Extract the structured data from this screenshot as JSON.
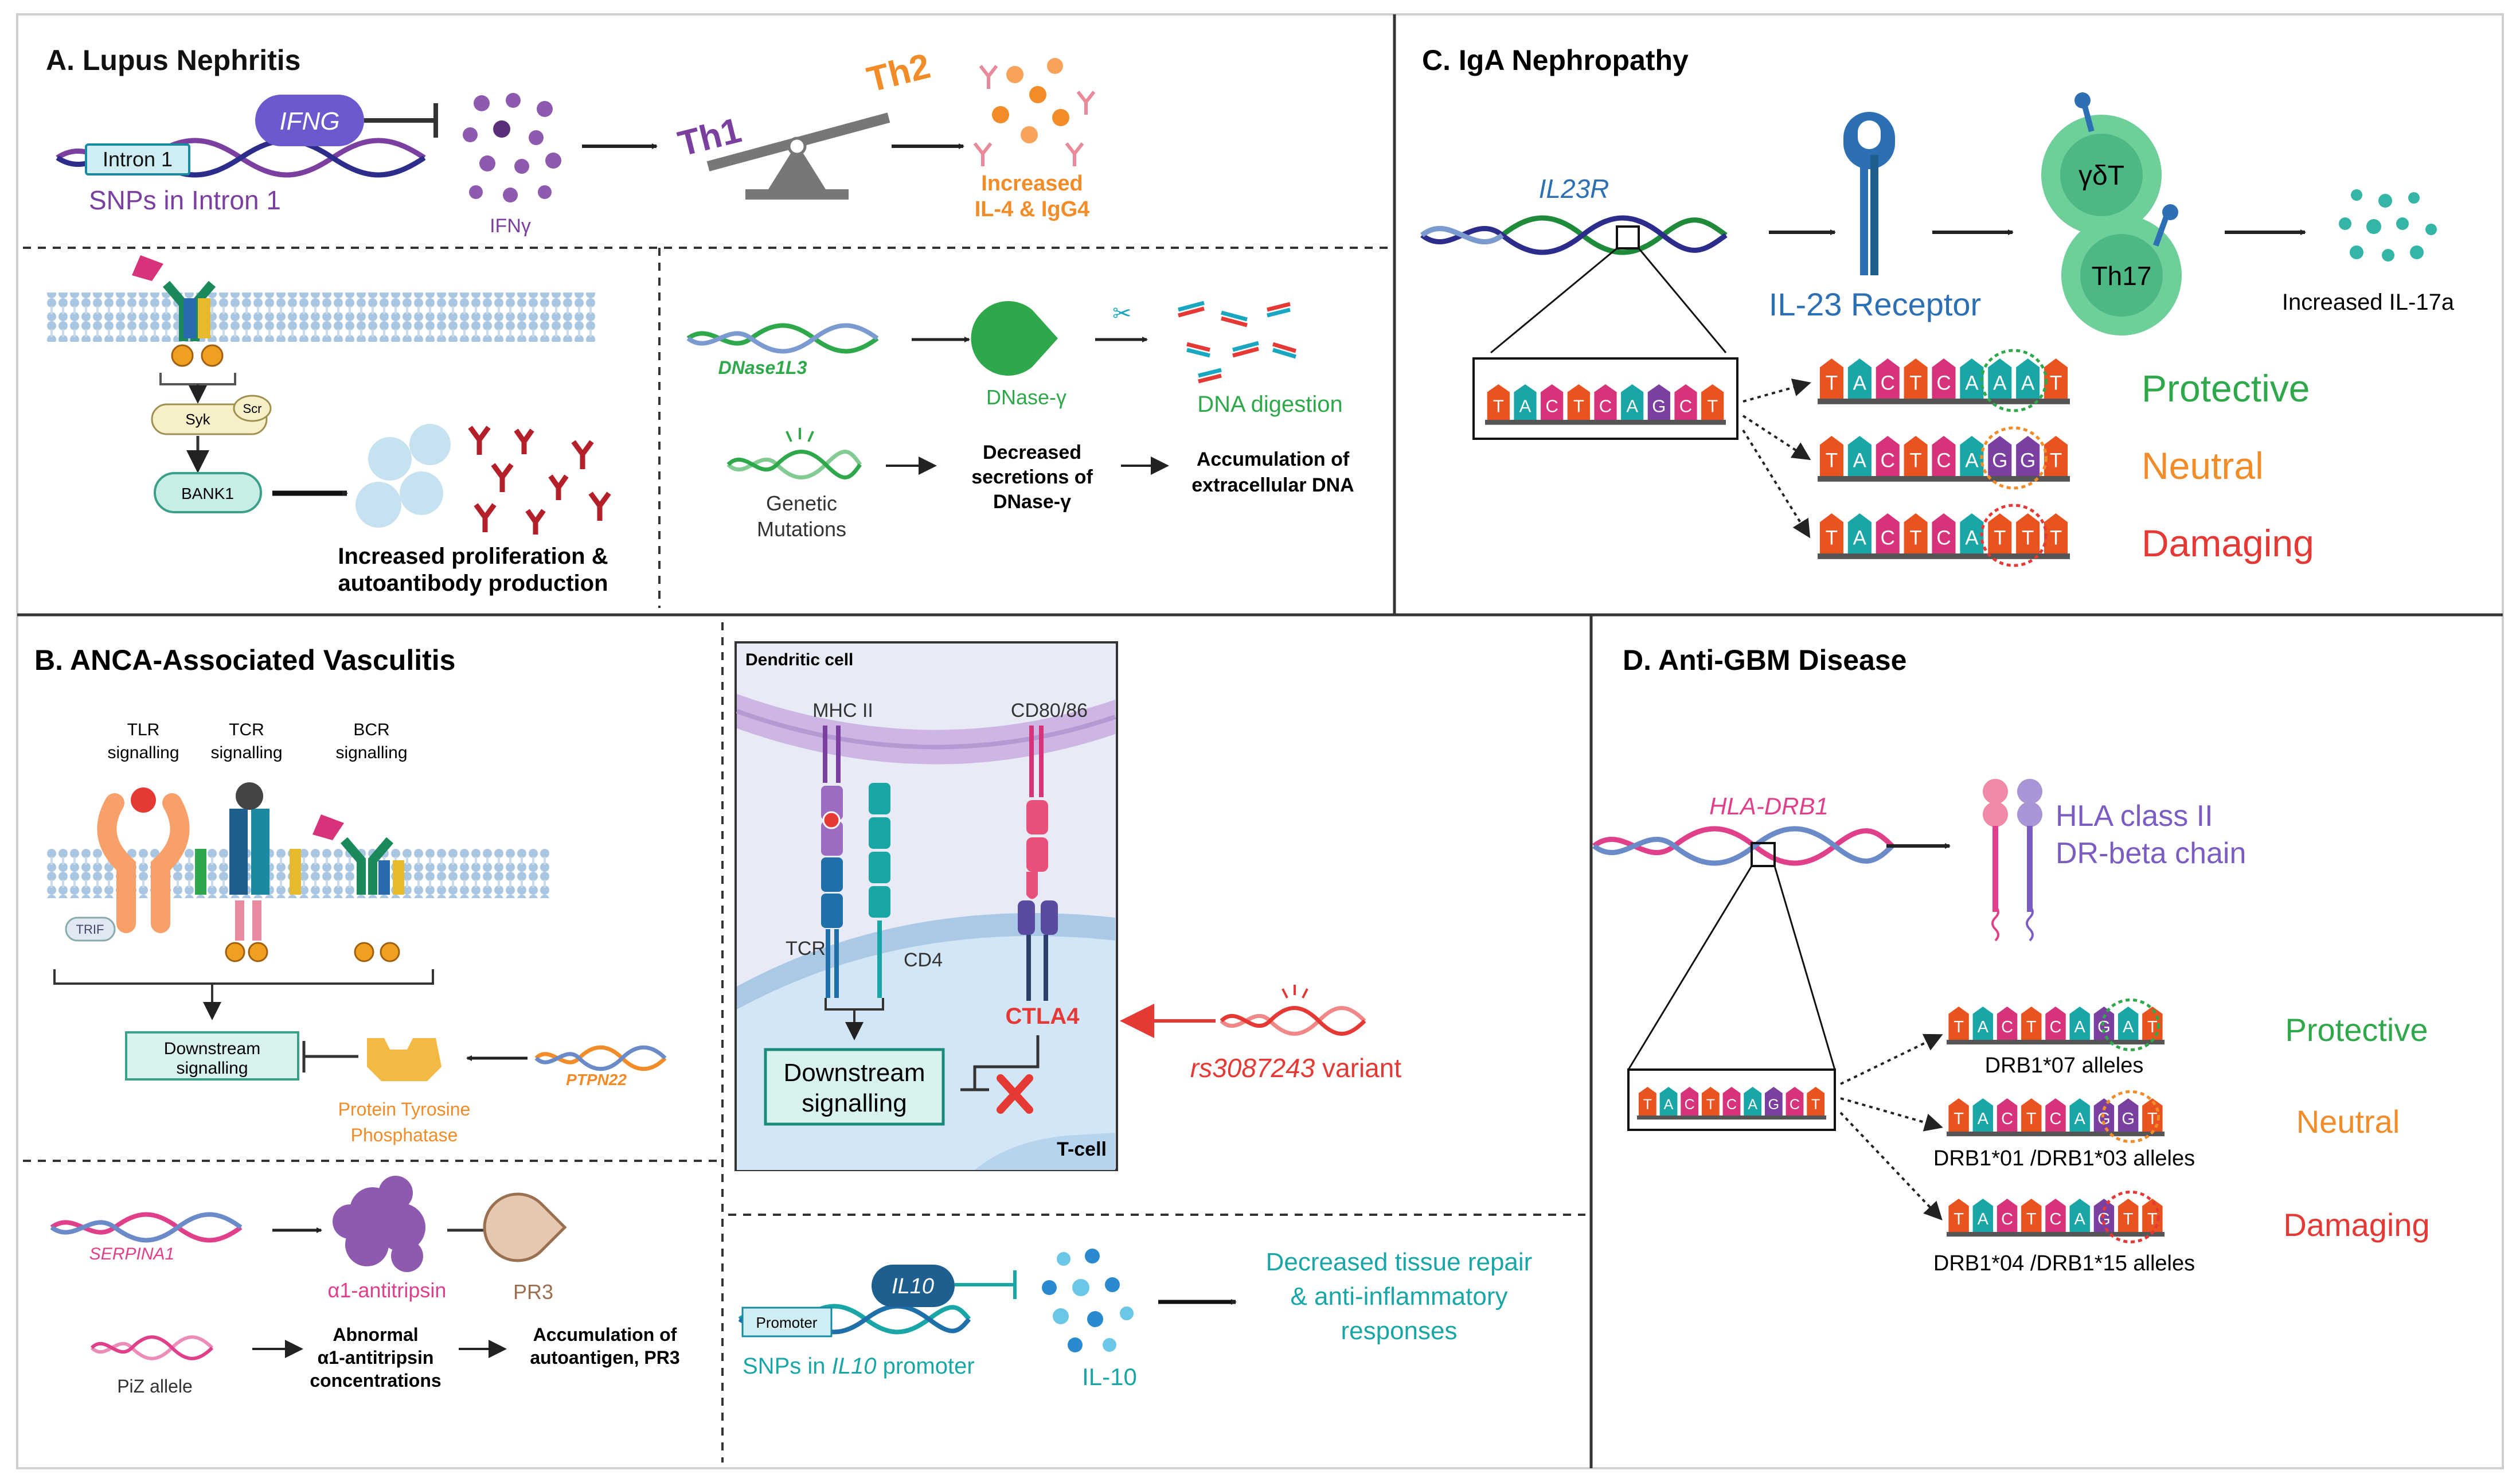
{
  "colors": {
    "purple": "#7b3fa0",
    "orange": "#f28c28",
    "green": "#2ea84a",
    "red": "#e53935",
    "blue": "#2c6fb3",
    "teal": "#1aa6a6",
    "pink": "#e0408a",
    "darkred": "#b3202a",
    "gray": "#9a9a9a"
  },
  "panelA": {
    "title": "A. Lupus Nephritis",
    "intron": "Intron 1",
    "ifng": "IFNG",
    "snps": "SNPs in Intron 1",
    "ifny": "IFNγ",
    "th1": "Th1",
    "th2": "Th2",
    "increased1": "Increased",
    "increased2": "IL-4 & IgG4",
    "syk": "Syk",
    "scr": "Scr",
    "bank1": "BANK1",
    "prolif1": "Increased proliferation &",
    "prolif2": "autoantibody production",
    "dnase1l3": "DNase1L3",
    "dnasey": "DNase-γ",
    "digestion": "DNA digestion",
    "genetic1": "Genetic",
    "genetic2": "Mutations",
    "decreased1": "Decreased",
    "decreased2": "secretions of",
    "decreased3": "DNase-γ",
    "accum1": "Accumulation of",
    "accum2": "extracellular DNA"
  },
  "panelB": {
    "title": "B. ANCA-Associated Vasculitis",
    "tlr1": "TLR",
    "tlr2": "signalling",
    "tcr1": "TCR",
    "tcr2": "signalling",
    "bcr1": "BCR",
    "bcr2": "signalling",
    "trif": "TRIF",
    "downstream1": "Downstream",
    "downstream2": "signalling",
    "ptp1": "Protein Tyrosine",
    "ptp2": "Phosphatase",
    "ptpn22": "PTPN22",
    "serpina1": "SERPINA1",
    "a1at": "α1-antitripsin",
    "pr3": "PR3",
    "piz": "PiZ allele",
    "abn1": "Abnormal",
    "abn2": "α1-antitripsin",
    "abn3": "concentrations",
    "acc1": "Accumulation of",
    "acc2": "autoantigen, PR3",
    "dendritic": "Dendritic cell",
    "mhc": "MHC II",
    "cd80": "CD80/86",
    "tcr": "TCR",
    "cd4": "CD4",
    "ctla4": "CTLA4",
    "ds1": "Downstream",
    "ds2": "signalling",
    "tcell": "T-cell",
    "rs": "rs3087243",
    "variant": " variant",
    "promoter": "Promoter",
    "il10": "IL10",
    "snps_il10_a": "SNPs in ",
    "snps_il10_b": "IL10",
    "snps_il10_c": " promoter",
    "il10prot": "IL-10",
    "dec1": "Decreased tissue repair",
    "dec2": "& anti-inflammatory",
    "dec3": "responses"
  },
  "panelC": {
    "title": "C. IgA Nephropathy",
    "il23r": "IL23R",
    "receptor": "IL-23 Receptor",
    "gdt": "γδT",
    "th17": "Th17",
    "il17": "Increased IL-17a",
    "seq": [
      "T",
      "A",
      "C",
      "T",
      "C",
      "A",
      "G",
      "C",
      "T"
    ],
    "seq_prot": [
      "T",
      "A",
      "C",
      "T",
      "C",
      "A",
      "A",
      "A",
      "T"
    ],
    "seq_neut": [
      "T",
      "A",
      "C",
      "T",
      "C",
      "A",
      "G",
      "G",
      "T"
    ],
    "seq_dam": [
      "T",
      "A",
      "C",
      "T",
      "C",
      "A",
      "T",
      "T",
      "T"
    ],
    "protective": "Protective",
    "neutral": "Neutral",
    "damaging": "Damaging"
  },
  "panelD": {
    "title": "D. Anti-GBM Disease",
    "hla": "HLA-DRB1",
    "class1": "HLA class II",
    "class2": "DR-beta chain",
    "seq": [
      "T",
      "A",
      "C",
      "T",
      "C",
      "A",
      "G",
      "C",
      "T"
    ],
    "seq_prot": [
      "T",
      "A",
      "C",
      "T",
      "C",
      "A",
      "G",
      "A",
      "T"
    ],
    "seq_neut": [
      "T",
      "A",
      "C",
      "T",
      "C",
      "A",
      "G",
      "G",
      "T"
    ],
    "seq_dam": [
      "T",
      "A",
      "C",
      "T",
      "C",
      "A",
      "G",
      "T",
      "T"
    ],
    "drb07": "DRB1*07 alleles",
    "drb01": "DRB1*01 /DRB1*03  alleles",
    "drb04": "DRB1*04 /DRB1*15  alleles",
    "protective": "Protective",
    "neutral": "Neutral",
    "damaging": "Damaging"
  }
}
